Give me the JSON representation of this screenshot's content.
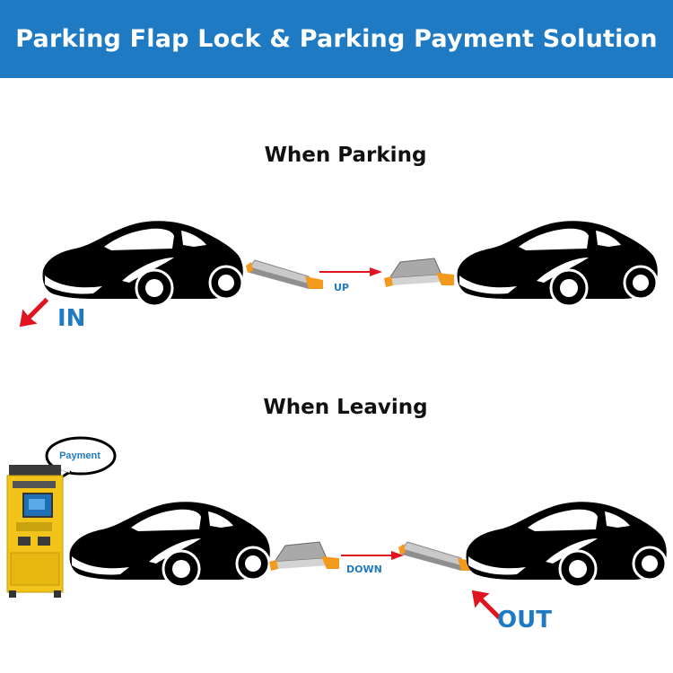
{
  "header": {
    "title": "Parking Flap Lock & Parking Payment Solution"
  },
  "sections": {
    "parking": {
      "title": "When Parking",
      "action_label": "UP",
      "direction_label": "IN"
    },
    "leaving": {
      "title": "When Leaving",
      "action_label": "DOWN",
      "direction_label": "OUT",
      "bubble_label": "Payment"
    }
  },
  "colors": {
    "header_bg": "#1f7ac4",
    "label_blue": "#1f7ac4",
    "arrow_red": "#e0141e",
    "lock_orange": "#f39a1e",
    "kiosk_yellow": "#f2c318"
  },
  "icons": [
    "car-icon",
    "flap-lock-icon",
    "arrow-icon",
    "payment-kiosk-icon",
    "speech-bubble-icon"
  ]
}
